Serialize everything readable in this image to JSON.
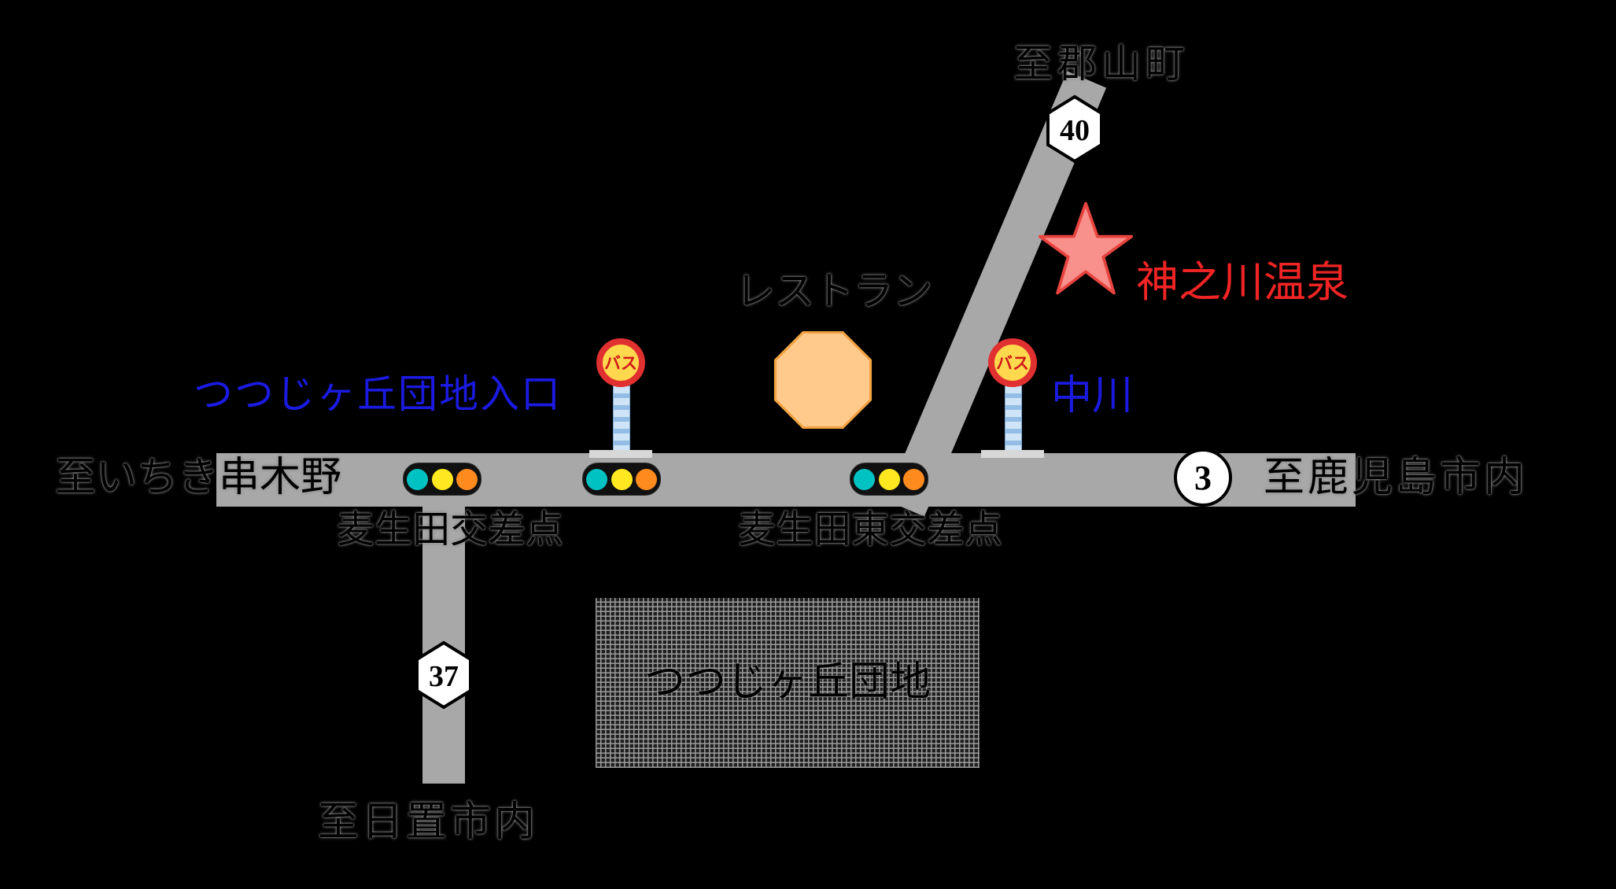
{
  "colors": {
    "background": "#000000",
    "road_gray": "#a8a8a8",
    "bus_label_blue": "#1a1ae0",
    "onsen_label_red": "#f02424",
    "octagon_fill": "#ffca8c",
    "star_fill": "#f8918c",
    "traffic_light_lamps": [
      "#00c2c2",
      "#ffe81f",
      "#ff8b1f"
    ],
    "bus_sign_ring_red": "#e03030",
    "bus_sign_fill_yellow": "#ffd84d"
  },
  "destinations": {
    "top": "至郡山町",
    "left": "至いちき串木野",
    "right": "至鹿児島市内",
    "bottom": "至日置市内"
  },
  "route_badges": {
    "national_route": "3",
    "pref_route_south": "37",
    "pref_route_northeast": "40"
  },
  "intersections": {
    "west": "麦生田交差点",
    "east": "麦生田東交差点"
  },
  "bus_stops": {
    "sign_text": "バス",
    "west_label": "つつじヶ丘団地入口",
    "east_label": "中川"
  },
  "landmarks": {
    "onsen_label": "神之川温泉",
    "octagon_label": "レストラン",
    "housing_label": "つつじヶ丘団地"
  }
}
